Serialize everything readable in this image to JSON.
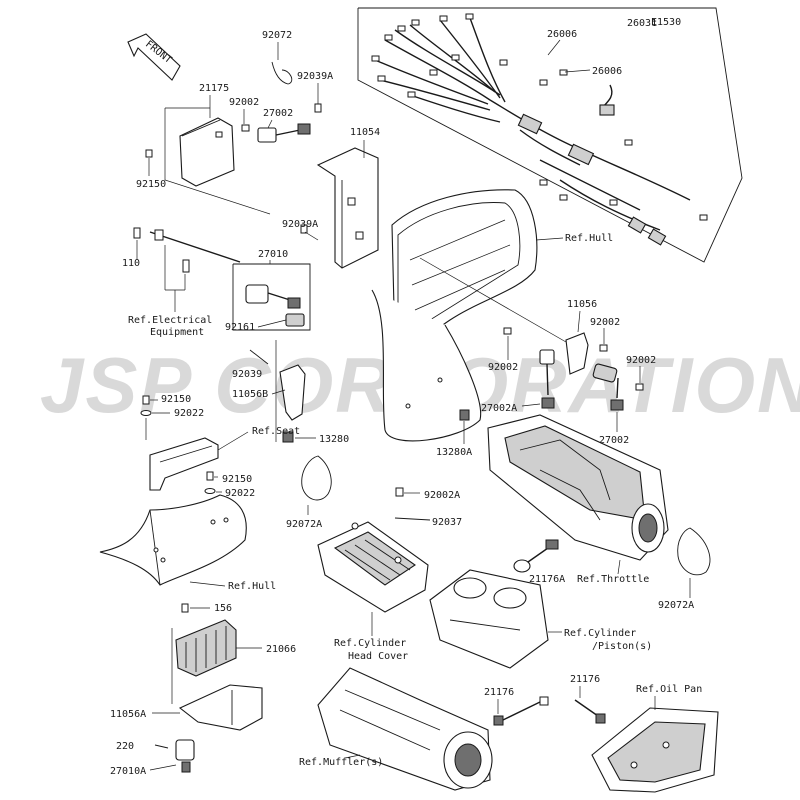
{
  "watermark": "JSP CORPORATION",
  "figure_code": "E1530",
  "front_label": "FRONT",
  "labels": {
    "l26031": "26031",
    "l26006a": "26006",
    "l26006b": "26006",
    "l92072": "92072",
    "l92039A_top": "92039A",
    "l21175": "21175",
    "l92002_top": "92002",
    "l27002_top": "27002",
    "l11054": "11054",
    "l92150_left": "92150",
    "l92039A_mid": "92039A",
    "l110": "110",
    "l27010": "27010",
    "ref_hull_top": "Ref.Hull",
    "ref_elec_1": "Ref.Electrical",
    "ref_elec_2": "Equipment",
    "l92161": "92161",
    "l11056": "11056",
    "l92002_r1": "92002",
    "l92002_r2": "92002",
    "l92002_r3": "92002",
    "l92039": "92039",
    "l11056B": "11056B",
    "l27002A": "27002A",
    "l92150_a": "92150",
    "l92022_a": "92022",
    "l27002_r": "27002",
    "l13280": "13280",
    "l13280A": "13280A",
    "ref_seat": "Ref.Seat",
    "l92150_b": "92150",
    "l92022_b": "92022",
    "l92002A": "92002A",
    "l92072A_left": "92072A",
    "l92037": "92037",
    "l21176A": "21176A",
    "ref_throttle": "Ref.Throttle",
    "ref_hull_low": "Ref.Hull",
    "l92072A_right": "92072A",
    "l156": "156",
    "l21066": "21066",
    "ref_cylhead_1": "Ref.Cylinder",
    "ref_cylhead_2": "Head Cover",
    "ref_cyl_1": "Ref.Cylinder",
    "ref_cyl_2": "/Piston(s)",
    "l11056A": "11056A",
    "l21176_a": "21176",
    "l21176_b": "21176",
    "ref_oilpan": "Ref.Oil Pan",
    "l220": "220",
    "l27010A": "27010A",
    "ref_muffler": "Ref.Muffler(s)"
  }
}
